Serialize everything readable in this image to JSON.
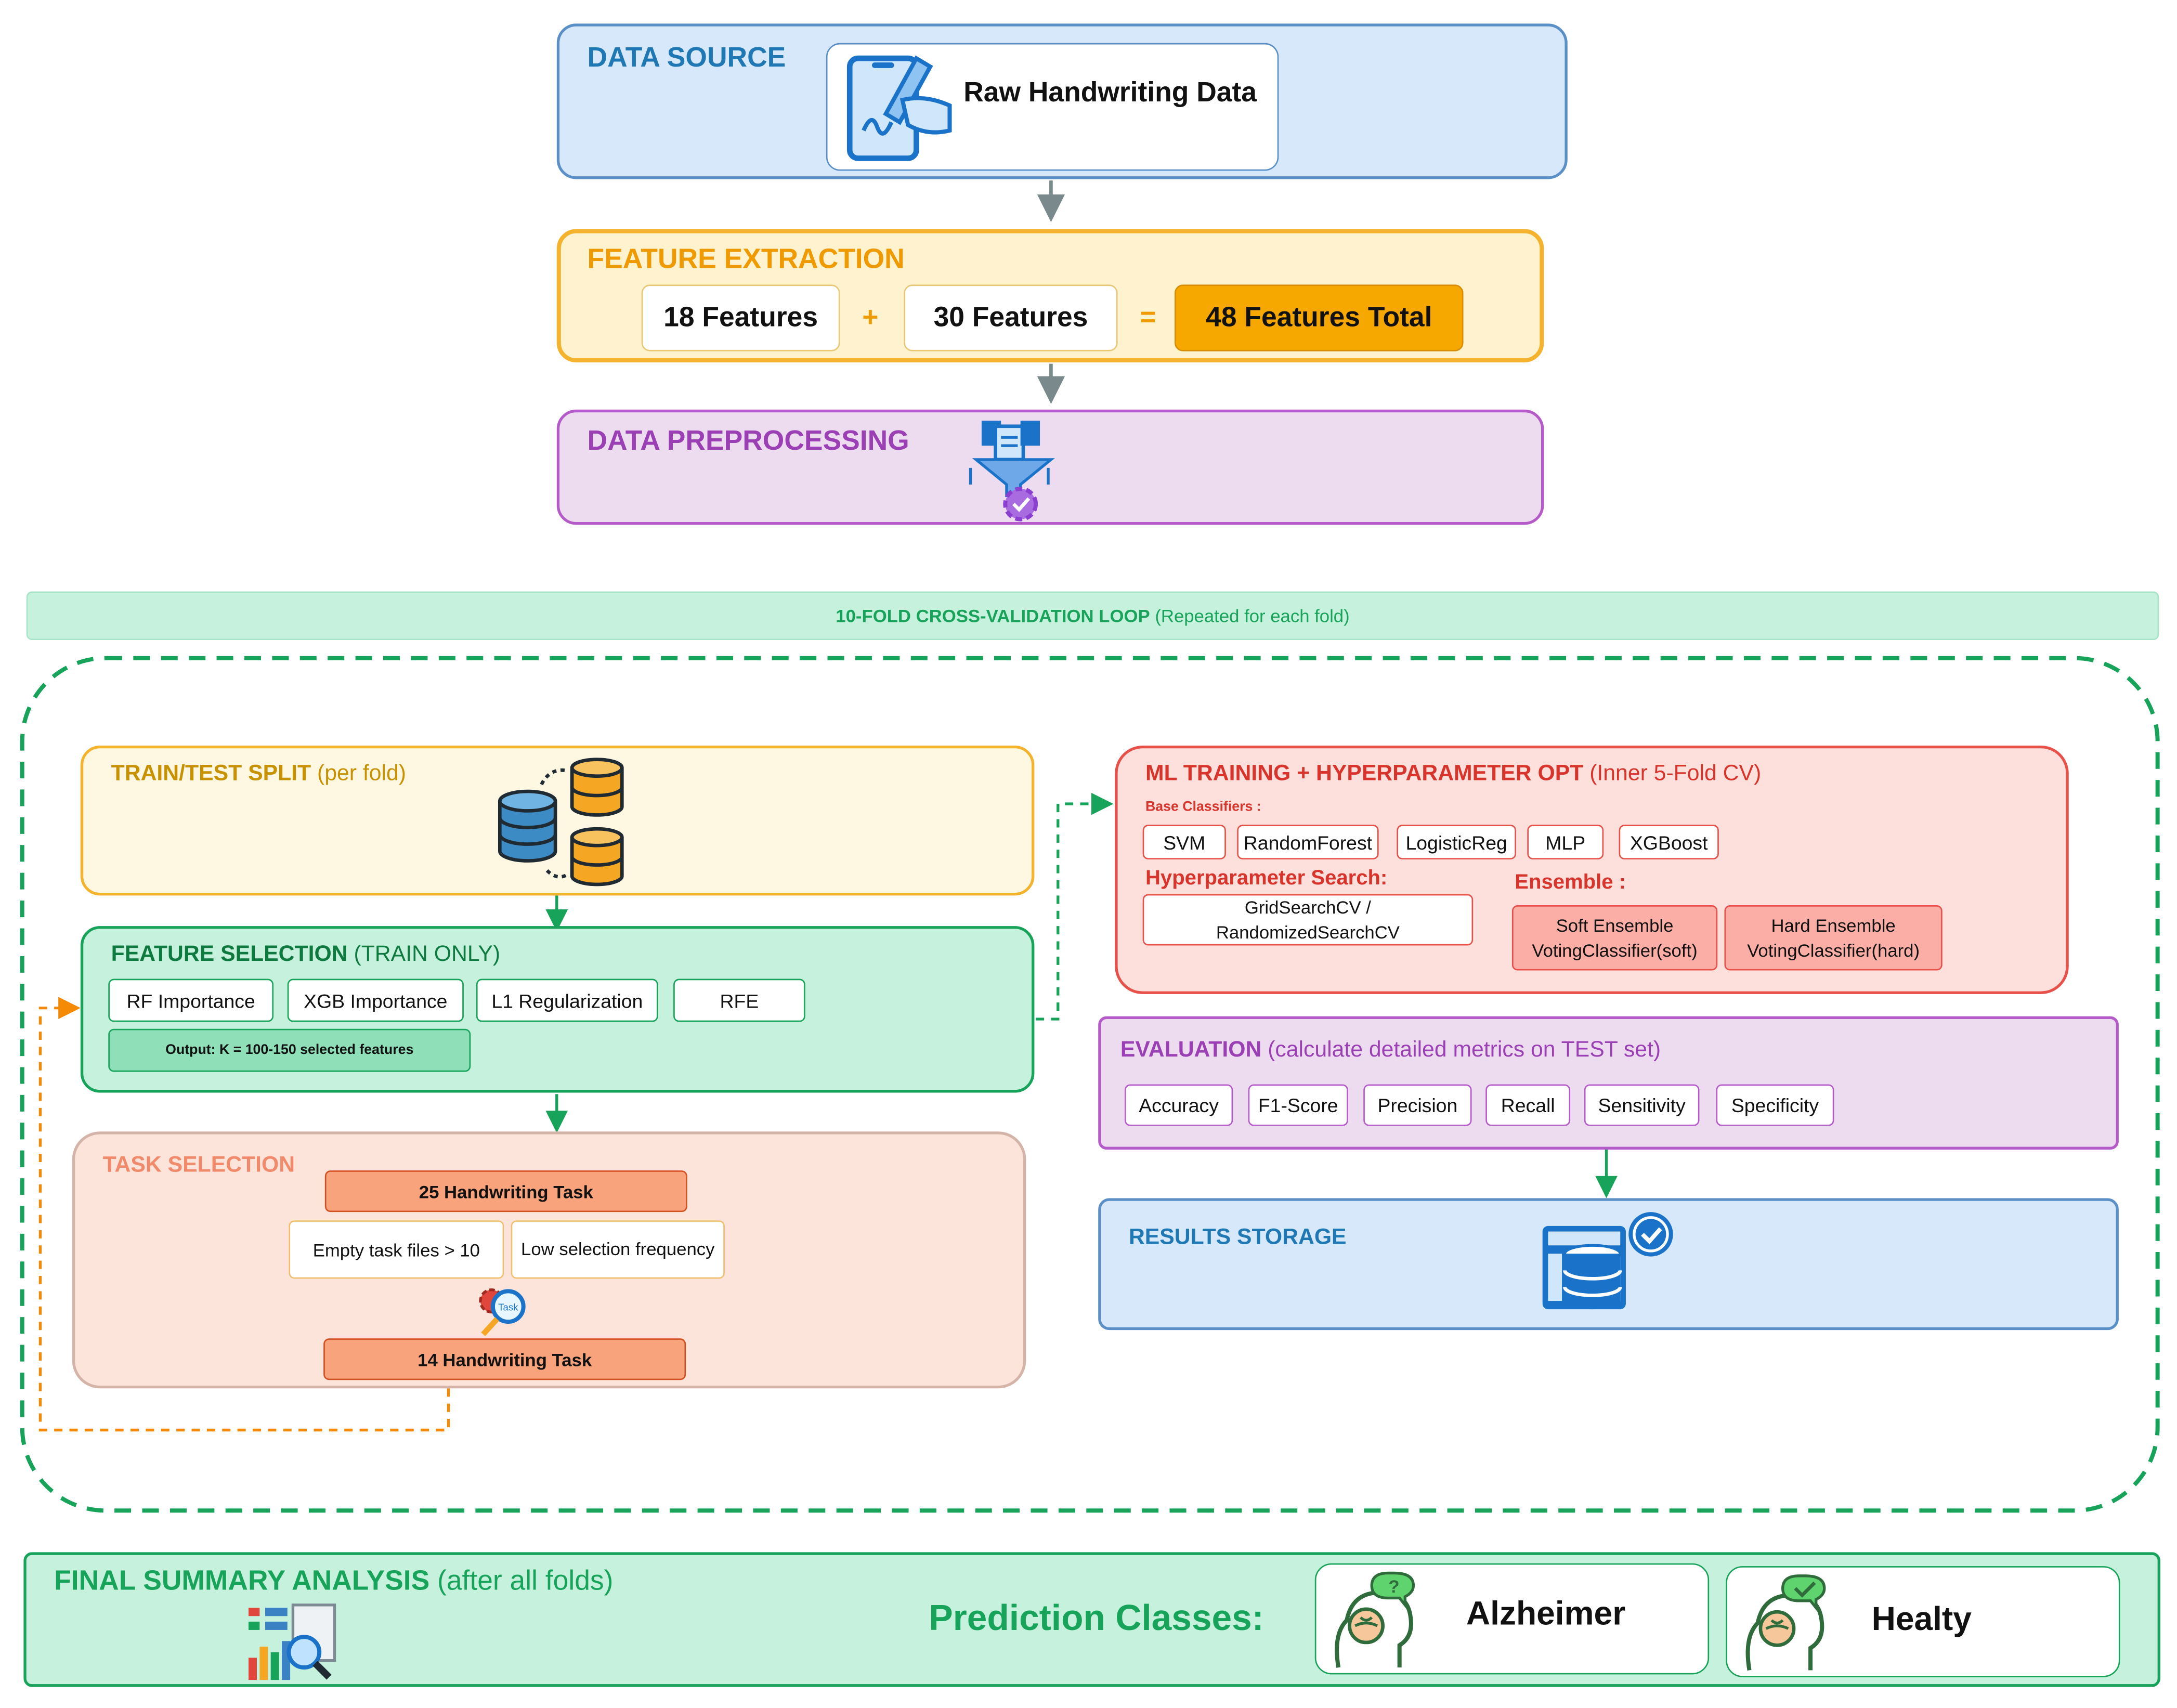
{
  "data_source": {
    "title": "DATA SOURCE",
    "raw_label": "Raw Handwriting Data"
  },
  "feature_extraction": {
    "title": "FEATURE EXTRACTION",
    "a": "18 Features",
    "plus": "+",
    "b": "30 Features",
    "eq": "=",
    "total": "48 Features Total"
  },
  "preprocessing": {
    "title": "DATA PREPROCESSING"
  },
  "cv_loop": {
    "title": "10-FOLD CROSS-VALIDATION LOOP",
    "subtitle": "(Repeated for each fold)"
  },
  "train_test": {
    "title": "TRAIN/TEST SPLIT",
    "subtitle": "(per fold)"
  },
  "feature_selection": {
    "title": "FEATURE SELECTION",
    "subtitle": "(TRAIN ONLY)",
    "methods": [
      "RF Importance",
      "XGB Importance",
      "L1 Regularization",
      "RFE"
    ],
    "output": "Output: K = 100-150 selected features"
  },
  "task_selection": {
    "title": "TASK SELECTION",
    "top": "25 Handwriting Task",
    "criteria": [
      "Empty task files > 10",
      "Low selection frequency"
    ],
    "icon_text": "Task",
    "bottom": "14 Handwriting Task"
  },
  "ml_training": {
    "title": "ML TRAINING + HYPERPARAMETER OPT",
    "subtitle": "(Inner 5-Fold CV)",
    "base_label": "Base Classifiers :",
    "classifiers": [
      "SVM",
      "RandomForest",
      "LogisticReg",
      "MLP",
      "XGBoost"
    ],
    "hp_label": "Hyperparameter Search:",
    "hp_value": "GridSearchCV / RandomizedSearchCV",
    "ens_label": "Ensemble :",
    "soft": "Soft Ensemble VotingClassifier(soft)",
    "hard": "Hard Ensemble VotingClassifier(hard)"
  },
  "evaluation": {
    "title": "EVALUATION",
    "subtitle": "(calculate detailed metrics on TEST set)",
    "metrics": [
      "Accuracy",
      "F1-Score",
      "Precision",
      "Recall",
      "Sensitivity",
      "Specificity"
    ]
  },
  "results": {
    "title": "RESULTS STORAGE"
  },
  "final": {
    "title": "FINAL SUMMARY ANALYSIS",
    "subtitle": "(after all folds)",
    "prediction_label": "Prediction Classes:",
    "classes": [
      "Alzheimer",
      "Healty"
    ]
  },
  "colors": {
    "blue": "#1f77b4",
    "orange": "#f0a500",
    "purple": "#9b3fb5",
    "green": "#17a35a",
    "red": "#d9342b",
    "salmon": "#f08a6b"
  }
}
